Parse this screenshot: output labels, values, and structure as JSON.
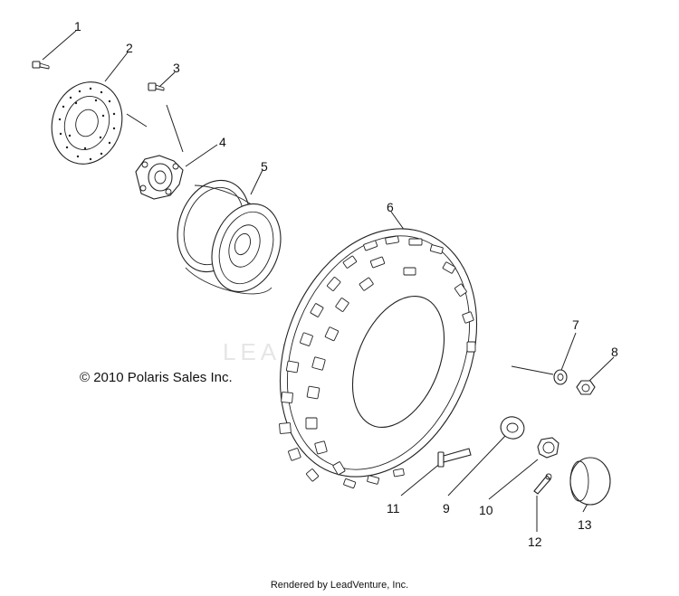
{
  "diagram": {
    "watermark_text": "LEADVENTURE",
    "copyright": "© 2010 Polaris Sales Inc.",
    "footer": "Rendered by LeadVenture, Inc.",
    "callouts": [
      "1",
      "2",
      "3",
      "4",
      "5",
      "6",
      "7",
      "8",
      "9",
      "10",
      "11",
      "12",
      "13"
    ]
  }
}
